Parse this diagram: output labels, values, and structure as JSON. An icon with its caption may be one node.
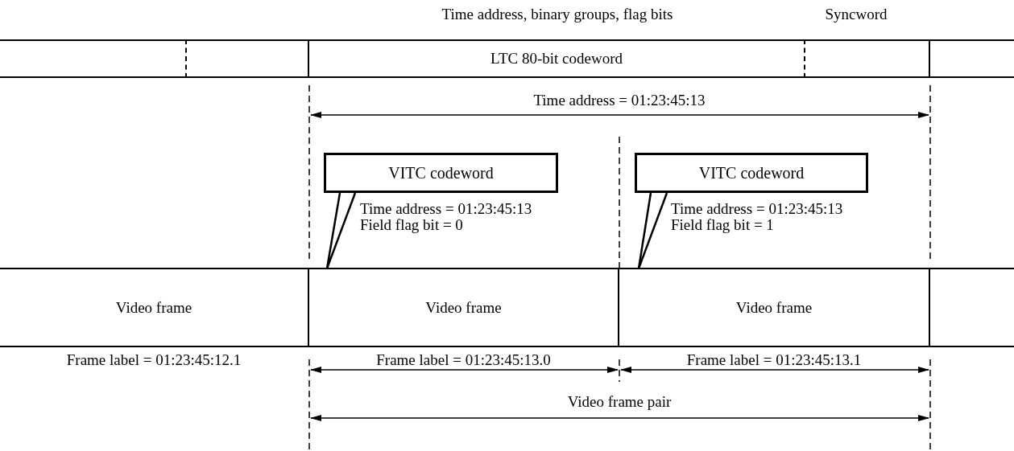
{
  "diagram": {
    "nodes": [
      {
        "text": [],
        "shape": "box"
      },
      {
        "text": [],
        "shape": "box"
      },
      {
        "text": [
          "LTC 80-bit codeword"
        ]
      },
      {
        "text": [],
        "shape": "box"
      },
      {
        "text": [],
        "shape": "box"
      },
      {
        "text": [
          "VITC codeword",
          "Time address = 01:23:45:13 Field flag bit = 0"
        ]
      },
      {
        "text": [
          "VITC codeword",
          "Time address = 01:23:45:13 Field flag bit = 1"
        ]
      },
      {
        "text": [
          "Video frame"
        ],
        "beside": [
          "Frame label = 01:23:45:12.1"
        ]
      },
      {
        "text": [
          "Video frame"
        ],
        "beside": [
          "Frame label = 01:23:45:13.0"
        ]
      },
      {
        "text": [
          "Video frame"
        ],
        "beside": [
          "Frame label = 01:23:45:13.1"
        ]
      },
      {
        "text": [],
        "shape": "box"
      }
    ],
    "edges": [
      {
        "from": 5,
        "to": 8,
        "arrow": "none"
      },
      {
        "from": 6,
        "to": 9,
        "arrow": "none"
      }
    ],
    "labels": [
      "Time address, binary groups, flag bits",
      "Syncword",
      "Time address = 01:23:45:13",
      "Video frame pair"
    ]
  }
}
